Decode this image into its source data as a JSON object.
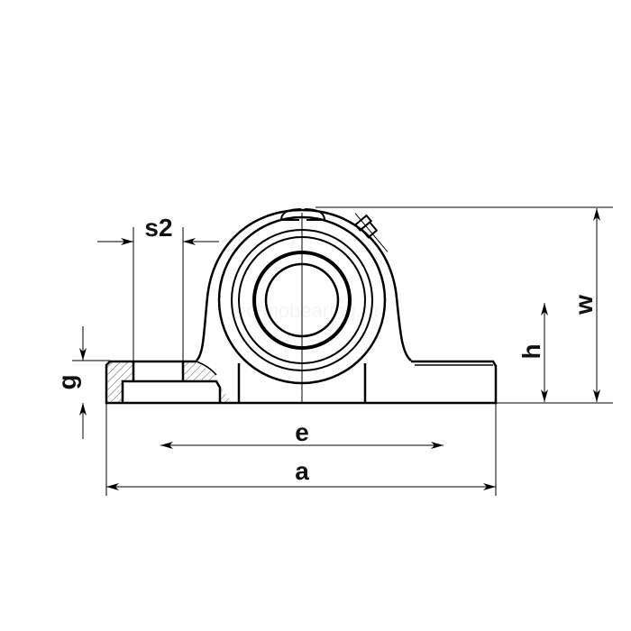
{
  "drawing": {
    "labels": {
      "s2": "s2",
      "g": "g",
      "e": "e",
      "a": "a",
      "h": "h",
      "w": "w"
    },
    "watermark": "technobearing.ru",
    "line_color": "#000000",
    "hatch_color": "#555555"
  }
}
